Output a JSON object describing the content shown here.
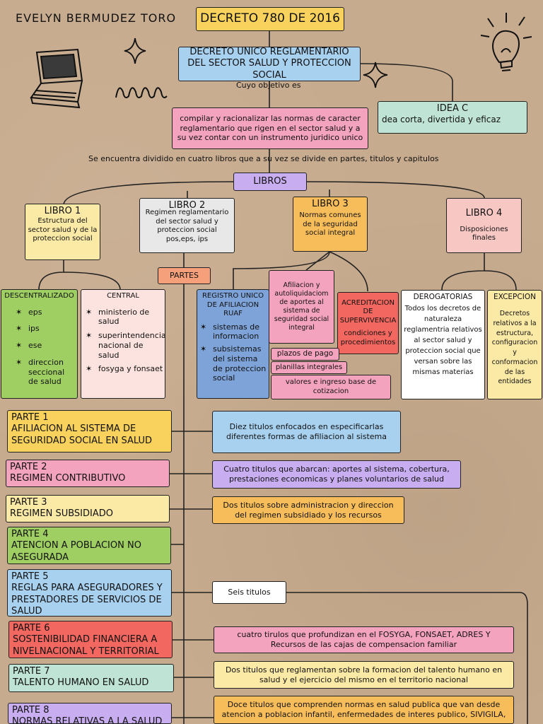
{
  "author": "EVELYN BERMUDEZ TORO",
  "title": "DECRETO 780 DE 2016",
  "subtitle": "DECRETO UNICO REGLAMENTARIO DEL SECTOR SALUD Y PROTECCION SOCIAL",
  "objective_label": "Cuyo objetivo es",
  "objective": "compilar y racionalizar las normas de caracter reglamentario que rigen en el sector salud y a su vez contar con un instrumento juridico unico",
  "idea": {
    "title": "IDEA C",
    "text": "dea corta, divertida y eficaz"
  },
  "division_text": "Se encuentra dividido en cuatro libros que a su vez se divide en partes, titulos y capitulos",
  "libros_label": "LIBROS",
  "libro1": {
    "title": "LIBRO 1",
    "text": "Estructura del sector salud y de la proteccion social"
  },
  "libro2": {
    "title": "LIBRO 2",
    "text": "Regimen reglamentario del sector salud y proteccion social pos,eps, ips"
  },
  "libro3": {
    "title": "LIBRO 3",
    "text": "Normas comunes de la seguridad social integral"
  },
  "libro4": {
    "title": "LIBRO 4",
    "text": "Disposiciones finales"
  },
  "partes_label": "PARTES",
  "descentralizado": {
    "title": "DESCENTRALIZADO",
    "items": [
      "eps",
      "ips",
      "ese",
      "direccion seccional de salud"
    ]
  },
  "central": {
    "title": "CENTRAL",
    "items": [
      "ministerio de salud",
      "superintendencia nacional de salud",
      "fosyga y fonsaet"
    ]
  },
  "registro": {
    "title": "REGISTRO UNICO DE AFILIACION RUAF",
    "items": [
      "sistemas de informacion",
      "subsistemas del sistema de proteccion social"
    ]
  },
  "afiliacion": "Afiliacion y autoliquidaciom de aportes al sistema de seguridad social integral",
  "acreditacion": {
    "title": "ACREDITACION DE SUPERVIVENCIA",
    "text": "condiciones y procedimientos"
  },
  "plazos": "plazos de pago",
  "planillas": "planillas integrales",
  "valores": "valores e ingreso base de cotizacion",
  "derogatorias": {
    "title": "DEROGATORIAS",
    "text": "Todos los decretos de naturaleza reglamentria relativos al sector salud y proteccion social que versan sobre las mismas materias"
  },
  "excepcion": {
    "title": "EXCEPCION",
    "text": "Decretos relativos a la estructura, configuracion y conformacion de las entidades"
  },
  "partes": [
    {
      "num": "PARTE 1",
      "name": "AFILIACION AL SISTEMA DE SEGURIDAD SOCIAL EN SALUD",
      "desc": "Diez titulos enfocados en especificarlas diferentes formas de afiliacion al sistema",
      "color": "#f9d25e",
      "desc_color": "#a8d1f0"
    },
    {
      "num": "PARTE 2",
      "name": "REGIMEN CONTRIBUTIVO",
      "desc": "Cuatro titulos que abarcan: aportes al sistema, cobertura, prestaciones economicas y planes voluntarios de salud",
      "color": "#f4a3bf",
      "desc_color": "#c8aef0"
    },
    {
      "num": "PARTE 3",
      "name": "REGIMEN SUBSIDIADO",
      "desc": "Dos titulos sobre administracion y direccion del regimen subsidiado y los recursos",
      "color": "#fbe9a6",
      "desc_color": "#f7bd5b"
    },
    {
      "num": "PARTE 4",
      "name": "ATENCION A POBLACION NO ASEGURADA",
      "desc": "",
      "color": "#9fcf62",
      "desc_color": ""
    },
    {
      "num": "PARTE 5",
      "name": "REGLAS PARA ASEGURADORES Y PRESTADORES DE SERVICIOS DE SALUD",
      "desc": "Seis titulos",
      "color": "#a8d1f0",
      "desc_color": "#ffffff"
    },
    {
      "num": "PARTE 6",
      "name": "SOSTENIBILIDAD FINANCIERA A NIVELNACIONAL Y TERRITORIAL",
      "desc": "cuatro tirulos que profundizan en el FOSYGA, FONSAET, ADRES Y Recursos de las cajas de compensacion familiar",
      "color": "#f2675f",
      "desc_color": "#f4a3bf"
    },
    {
      "num": "PARTE 7",
      "name": "TALENTO HUMANO EN SALUD",
      "desc": "Dos titulos que reglamentan sobre la formacion del talento humano en salud y el ejercicio del mismo en el territorio nacional",
      "color": "#bfe4d6",
      "desc_color": "#fbe9a6"
    },
    {
      "num": "PARTE 8",
      "name": "NORMAS RELATIVAS A LA SALUD",
      "desc": "Doce titulos que comprenden normas en salud publica que van desde atencion a poblacion infantil, enfermedades de interes publico, SIVIGILA,",
      "color": "#c8aef0",
      "desc_color": "#f7bd5b"
    }
  ]
}
